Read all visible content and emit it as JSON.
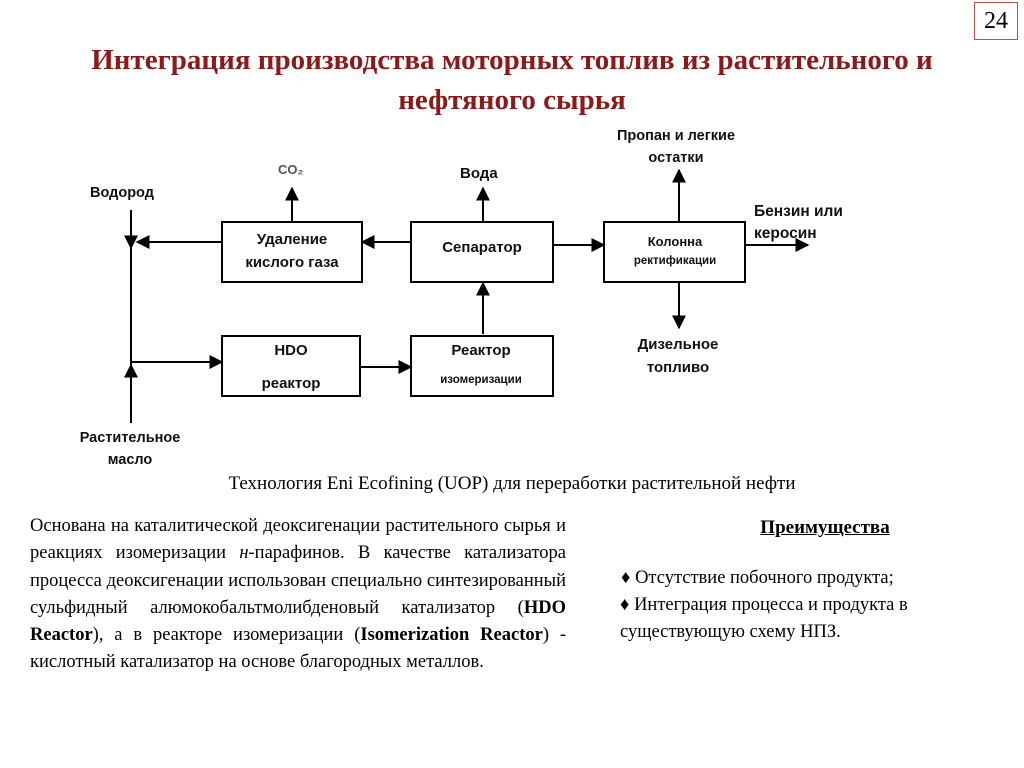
{
  "page_number": "24",
  "title": {
    "line1": "Интеграция производства моторных топлив из растительного и",
    "line2": "нефтяного сырья"
  },
  "diagram": {
    "labels": {
      "hydrogen": "Водород",
      "co2": "CO₂",
      "water": "Вода",
      "propane_1": "Пропан и легкие",
      "propane_2": "остатки",
      "gasoline_1": "Бензин или",
      "gasoline_2": "керосин",
      "diesel_1": "Дизельное",
      "diesel_2": "топливо",
      "veg_oil_1": "Растительное",
      "veg_oil_2": "масло"
    },
    "boxes": {
      "acid_gas_1": "Удаление",
      "acid_gas_2": "кислого газа",
      "separator": "Сепаратор",
      "column_1": "Колонна",
      "column_2": "ректификации",
      "hdo_1": "HDO",
      "hdo_2": "реактор",
      "isom_1": "Реактор",
      "isom_2": "изомеризации"
    }
  },
  "caption": "Технология Eni Ecofining (UOP) для переработки растительной нефти",
  "description": {
    "part1": "Основана на каталитической деоксигенации растительного сырья и реакциях изомеризации ",
    "n_italic": "н",
    "part2": "-парафинов. В качестве катализатора процесса деоксигенации использован специально синтезированный сульфидный алюмокобальтмолибденовый катализатор (",
    "hdo_bold": "HDO Reactor",
    "part3": "), а в реакторе изомеризации (",
    "isom_bold": "Isomerization Reactor",
    "part4": ") - кислотный катализатор на основе благородных металлов."
  },
  "advantages": {
    "heading": "Преимущества",
    "items": [
      "♦  Отсутствие побочного продукта;",
      "♦ Интеграция процесса и продукта в существующую схему НПЗ."
    ]
  }
}
